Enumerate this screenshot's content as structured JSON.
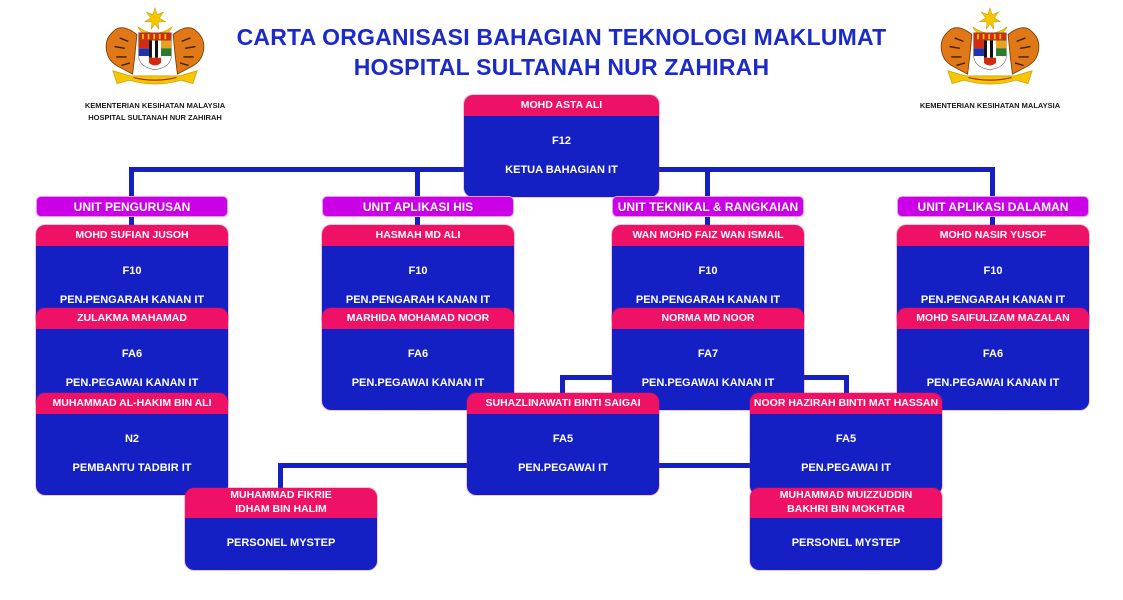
{
  "title": {
    "line1": "CARTA ORGANISASI BAHAGIAN TEKNOLOGI MAKLUMAT",
    "line2": "HOSPITAL SULTANAH NUR ZAHIRAH"
  },
  "logos": {
    "left_caption_line1": "KEMENTERIAN KESIHATAN MALAYSIA",
    "left_caption_line2": "HOSPITAL SULTANAH NUR ZAHIRAH",
    "right_caption": "KEMENTERIAN KESIHATAN MALAYSIA"
  },
  "colors": {
    "title_blue": "#1B2AC8",
    "box_blue": "#1420C4",
    "name_pink": "#EE1166",
    "unit_magenta": "#CC00E6",
    "text_white": "#FFFFFF"
  },
  "root": {
    "name": "MOHD ASTA ALI",
    "grade": "F12",
    "role": "KETUA BAHAGIAN IT"
  },
  "units": [
    {
      "label": "UNIT PENGURUSAN",
      "head": {
        "name": "MOHD SUFIAN JUSOH",
        "grade": "F10",
        "role": "PEN.PENGARAH KANAN IT"
      },
      "officer": {
        "name": "ZULAKMA MAHAMAD",
        "grade": "FA6",
        "role": "PEN.PEGAWAI KANAN IT"
      },
      "assistant": {
        "name": "MUHAMMAD AL-HAKIM BIN ALI",
        "grade": "N2",
        "role": "PEMBANTU TADBIR IT"
      }
    },
    {
      "label": "UNIT APLIKASI HIS",
      "head": {
        "name": "HASMAH MD ALI",
        "grade": "F10",
        "role": "PEN.PENGARAH KANAN IT"
      },
      "officer": {
        "name": "MARHIDA MOHAMAD NOOR",
        "grade": "FA6",
        "role": "PEN.PEGAWAI KANAN IT"
      }
    },
    {
      "label": "UNIT TEKNIKAL & RANGKAIAN",
      "head": {
        "name": "WAN MOHD FAIZ WAN ISMAIL",
        "grade": "F10",
        "role": "PEN.PENGARAH KANAN IT"
      },
      "officer": {
        "name": "NORMA MD NOOR",
        "grade": "FA7",
        "role": "PEN.PEGAWAI KANAN IT"
      },
      "sub_officers": [
        {
          "name": "SUHAZLINAWATI BINTI SAIGAI",
          "grade": "FA5",
          "role": "PEN.PEGAWAI IT"
        },
        {
          "name": "NOOR HAZIRAH BINTI MAT HASSAN",
          "grade": "FA5",
          "role": "PEN.PEGAWAI IT"
        }
      ],
      "mystep": [
        {
          "name": "MUHAMMAD FIKRIE\nIDHAM BIN HALIM",
          "role": "PERSONEL MYSTEP"
        },
        {
          "name": "MUHAMMAD MUIZZUDDIN\nBAKHRI BIN MOKHTAR",
          "role": "PERSONEL MYSTEP"
        }
      ]
    },
    {
      "label": "UNIT APLIKASI DALAMAN",
      "head": {
        "name": "MOHD NASIR YUSOF",
        "grade": "F10",
        "role": "PEN.PENGARAH KANAN IT"
      },
      "officer": {
        "name": "MOHD SAIFULIZAM MAZALAN",
        "grade": "FA6",
        "role": "PEN.PEGAWAI KANAN IT"
      }
    }
  ]
}
